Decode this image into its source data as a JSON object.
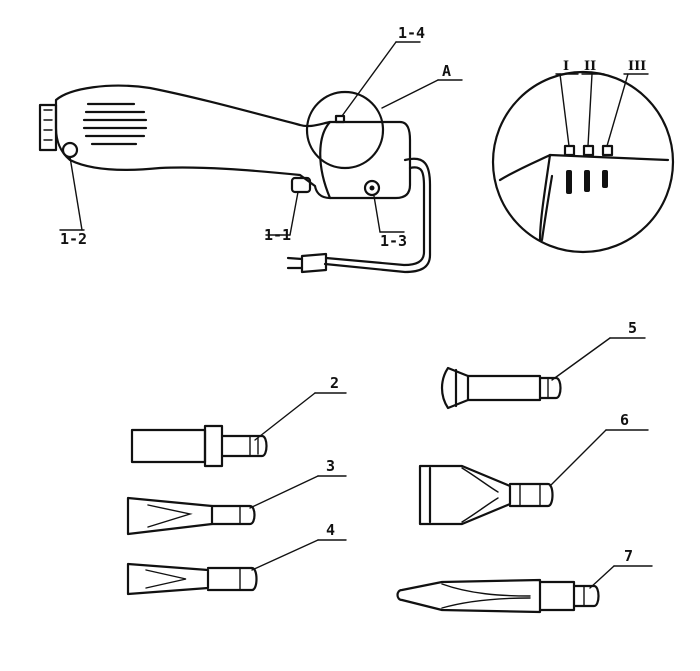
{
  "labels": {
    "part_1_1": "1-1",
    "part_1_2": "1-2",
    "part_1_3": "1-3",
    "part_1_4": "1-4",
    "detail_a": "A",
    "pos_i": "I",
    "pos_ii": "II",
    "pos_iii": "III",
    "nozzle_2": "2",
    "nozzle_3": "3",
    "nozzle_4": "4",
    "nozzle_5": "5",
    "nozzle_6": "6",
    "nozzle_7": "7"
  },
  "colors": {
    "ink": "#111111",
    "paper": "#ffffff"
  }
}
